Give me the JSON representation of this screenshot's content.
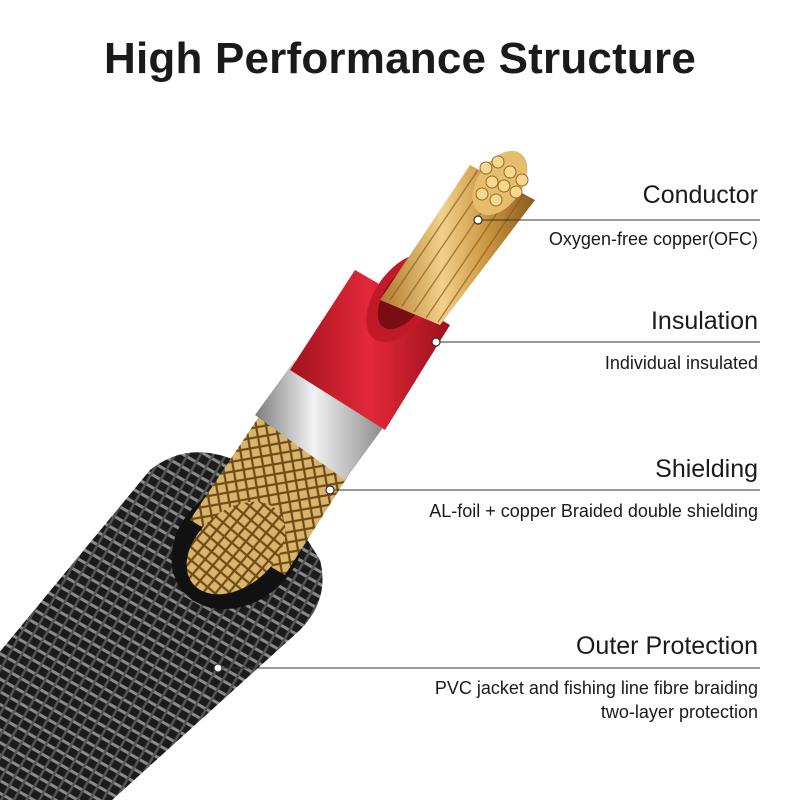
{
  "title": "High Performance Structure",
  "layers": [
    {
      "name": "Conductor",
      "desc_lines": [
        "Oxygen-free copper(OFC)"
      ]
    },
    {
      "name": "Insulation",
      "desc_lines": [
        "Individual insulated"
      ]
    },
    {
      "name": "Shielding",
      "desc_lines": [
        "AL-foil + copper Braided double shielding"
      ]
    },
    {
      "name": "Outer Protection",
      "desc_lines": [
        "PVC jacket and fishing line fibre braiding",
        "two-layer protection"
      ]
    }
  ],
  "colors": {
    "copper": "#d4a85a",
    "insulation": "#d8202f",
    "foil": "#c9c9c9",
    "braid": "#2b2b2b"
  }
}
